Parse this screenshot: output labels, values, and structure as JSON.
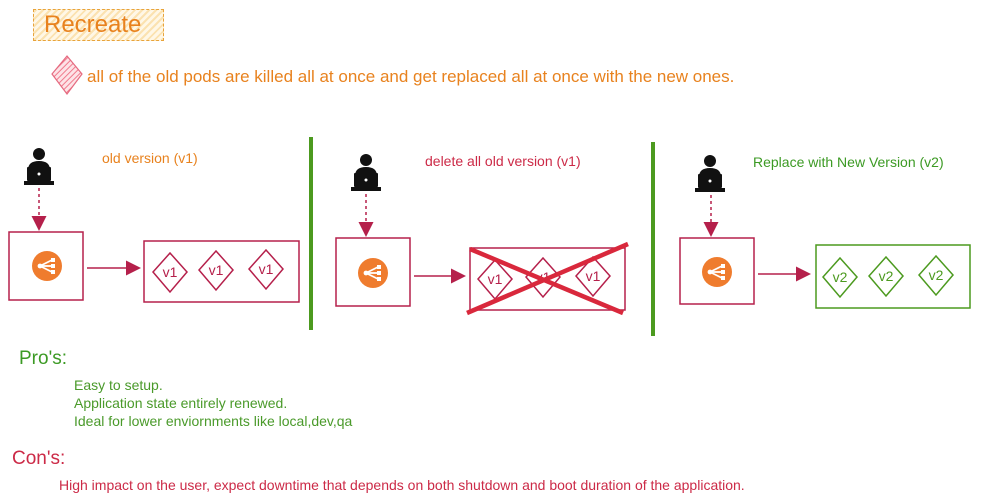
{
  "header": {
    "title": "Recreate",
    "description": "all of the old pods are killed all at once and get replaced all at once with the new ones."
  },
  "panels": [
    {
      "label": "old version (v1)",
      "pods": [
        "v1",
        "v1",
        "v1"
      ]
    },
    {
      "label": "delete all old version (v1)",
      "pods": [
        "v1",
        "v1",
        "v1"
      ]
    },
    {
      "label": "Replace with New Version (v2)",
      "pods": [
        "v2",
        "v2",
        "v2"
      ]
    }
  ],
  "pros": {
    "title": "Pro's:",
    "items": [
      "Easy to setup.",
      "Application state entirely renewed.",
      "Ideal for lower enviornments like local,dev,qa"
    ]
  },
  "cons": {
    "title": "Con's:",
    "items": [
      "High impact on the user, expect downtime that depends on both shutdown and boot duration of the application."
    ]
  },
  "colors": {
    "orange": "#e8821e",
    "crimson": "#b5204b",
    "red_cross": "#d9283c",
    "green": "#4c9a1f",
    "lb_orange": "#ef7c2e"
  },
  "icons": [
    "user-laptop-icon",
    "load-balancer-icon",
    "pod-diamond-icon",
    "hatched-diamond-icon"
  ]
}
